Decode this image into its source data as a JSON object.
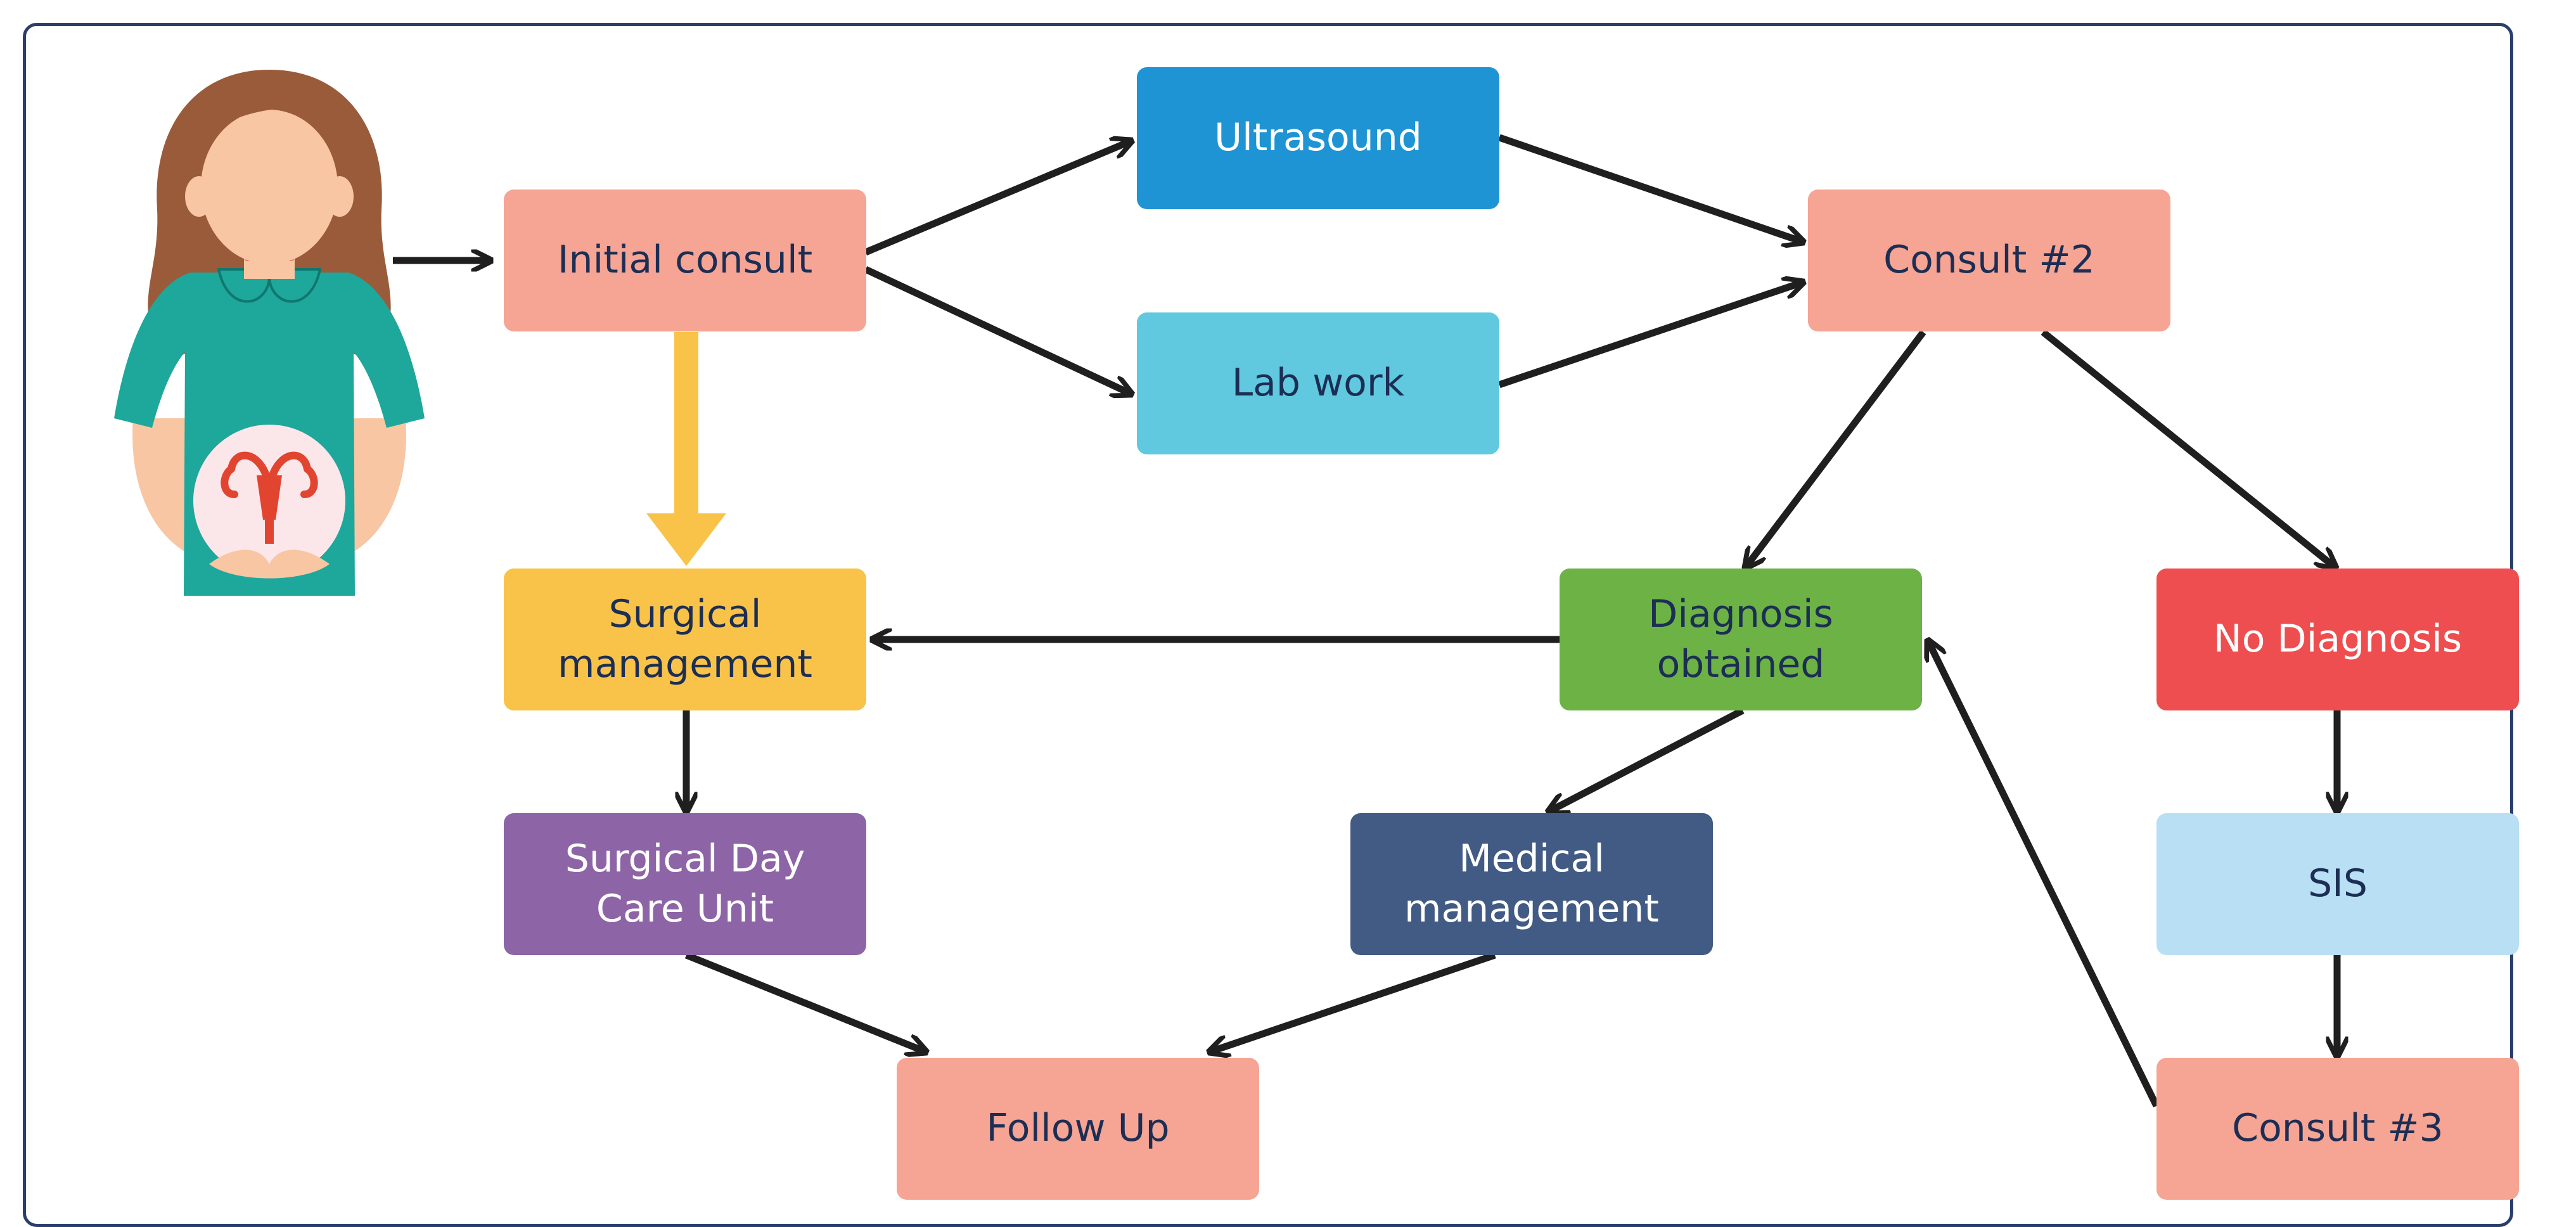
{
  "colors": {
    "peach": "#f6a494",
    "blue": "#1f94d4",
    "light_blue": "#60c9df",
    "pale_blue": "#b8dff4",
    "yellow": "#f9c349",
    "green": "#6cb244",
    "red": "#ee4e4f",
    "purple": "#8d64a6",
    "slate": "#425b84",
    "dark_text": "#1c2e54",
    "white_text": "#ffffff",
    "arrow": "#1f1f1f",
    "yellow_arrow": "#f9c349",
    "frame": "#2a3f6b"
  },
  "nodes": {
    "initial_consult": "Initial consult",
    "ultrasound": "Ultrasound",
    "lab_work": "Lab work",
    "consult_2": "Consult #2",
    "surgical_management": "Surgical\nmanagement",
    "diagnosis_obtained": "Diagnosis\nobtained",
    "no_diagnosis": "No Diagnosis",
    "surgical_day_care": "Surgical Day\nCare Unit",
    "medical_management": "Medical\nmanagement",
    "sis": "SIS",
    "follow_up": "Follow Up",
    "consult_3": "Consult #3"
  },
  "edges": [
    {
      "from": "patient",
      "to": "initial_consult"
    },
    {
      "from": "initial_consult",
      "to": "ultrasound"
    },
    {
      "from": "initial_consult",
      "to": "lab_work"
    },
    {
      "from": "ultrasound",
      "to": "consult_2"
    },
    {
      "from": "lab_work",
      "to": "consult_2"
    },
    {
      "from": "initial_consult",
      "to": "surgical_management",
      "style": "thick-yellow"
    },
    {
      "from": "consult_2",
      "to": "diagnosis_obtained"
    },
    {
      "from": "consult_2",
      "to": "no_diagnosis"
    },
    {
      "from": "diagnosis_obtained",
      "to": "surgical_management"
    },
    {
      "from": "surgical_management",
      "to": "surgical_day_care"
    },
    {
      "from": "diagnosis_obtained",
      "to": "medical_management"
    },
    {
      "from": "no_diagnosis",
      "to": "sis"
    },
    {
      "from": "sis",
      "to": "consult_3"
    },
    {
      "from": "consult_3",
      "to": "diagnosis_obtained"
    },
    {
      "from": "surgical_day_care",
      "to": "follow_up"
    },
    {
      "from": "medical_management",
      "to": "follow_up"
    }
  ],
  "patient_icon": "woman-holding-uterus-icon"
}
